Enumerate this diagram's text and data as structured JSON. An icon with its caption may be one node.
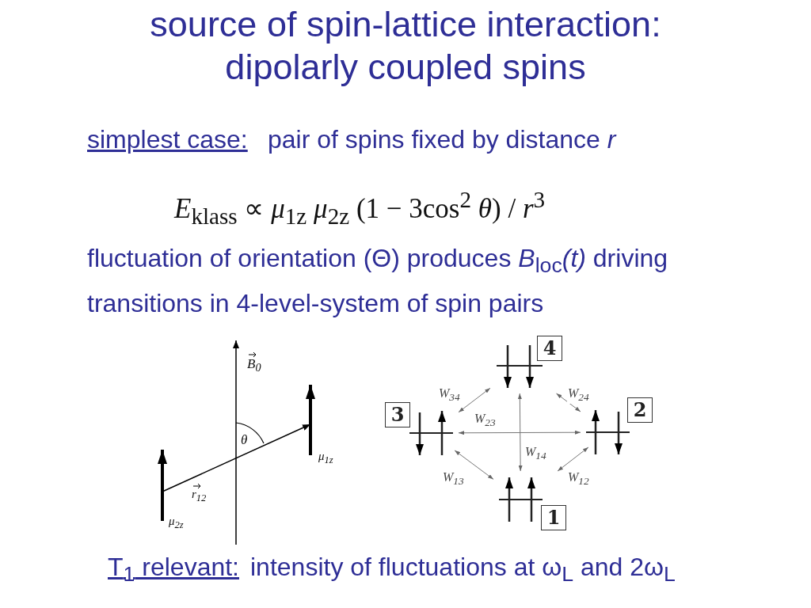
{
  "diagram": {
    "title": "source of spin-lattice interaction: dipolarly coupled spins",
    "nodes": [
      {
        "text": [
          "4"
        ]
      },
      {
        "text": [
          "3"
        ]
      },
      {
        "text": [
          "2"
        ]
      },
      {
        "text": [
          "1"
        ]
      }
    ],
    "edges": [
      {
        "from": 1,
        "to": 0,
        "arrow": "both",
        "label": "W$_{34}$"
      },
      {
        "from": 0,
        "to": 2,
        "arrow": "both",
        "label": "W$_{24}$"
      },
      {
        "from": 1,
        "to": 2,
        "arrow": "both",
        "label": "W$_{23}$"
      },
      {
        "from": 0,
        "to": 3,
        "arrow": "both",
        "label": "W$_{14}$"
      },
      {
        "from": 1,
        "to": 3,
        "arrow": "both",
        "label": "W$_{13}$"
      },
      {
        "from": 2,
        "to": 3,
        "arrow": "both",
        "label": "W$_{12}$"
      }
    ],
    "labels": [
      "simplest case:",
      "pair of spins fixed by distance *r*",
      "*E*$_{klass}$ ∝ *μ*$_{1z}$ *μ*$_{2z}$ (1 − 3cos$^{2}$ *θ*) / *r*$^{3}$",
      "fluctuation of orientation (Θ) produces *B*$_{loc}$*(t)* driving transitions in 4-level-system of spin pairs",
      "B$_{0}$",
      "θ",
      "μ$_{1z}$",
      "r$_{12}$",
      "μ$_{2z}$",
      "T$_{1}$ relevant:",
      "intensity of fluctuations at ω$_{L}$ and 2ω$_{L}$"
    ]
  }
}
